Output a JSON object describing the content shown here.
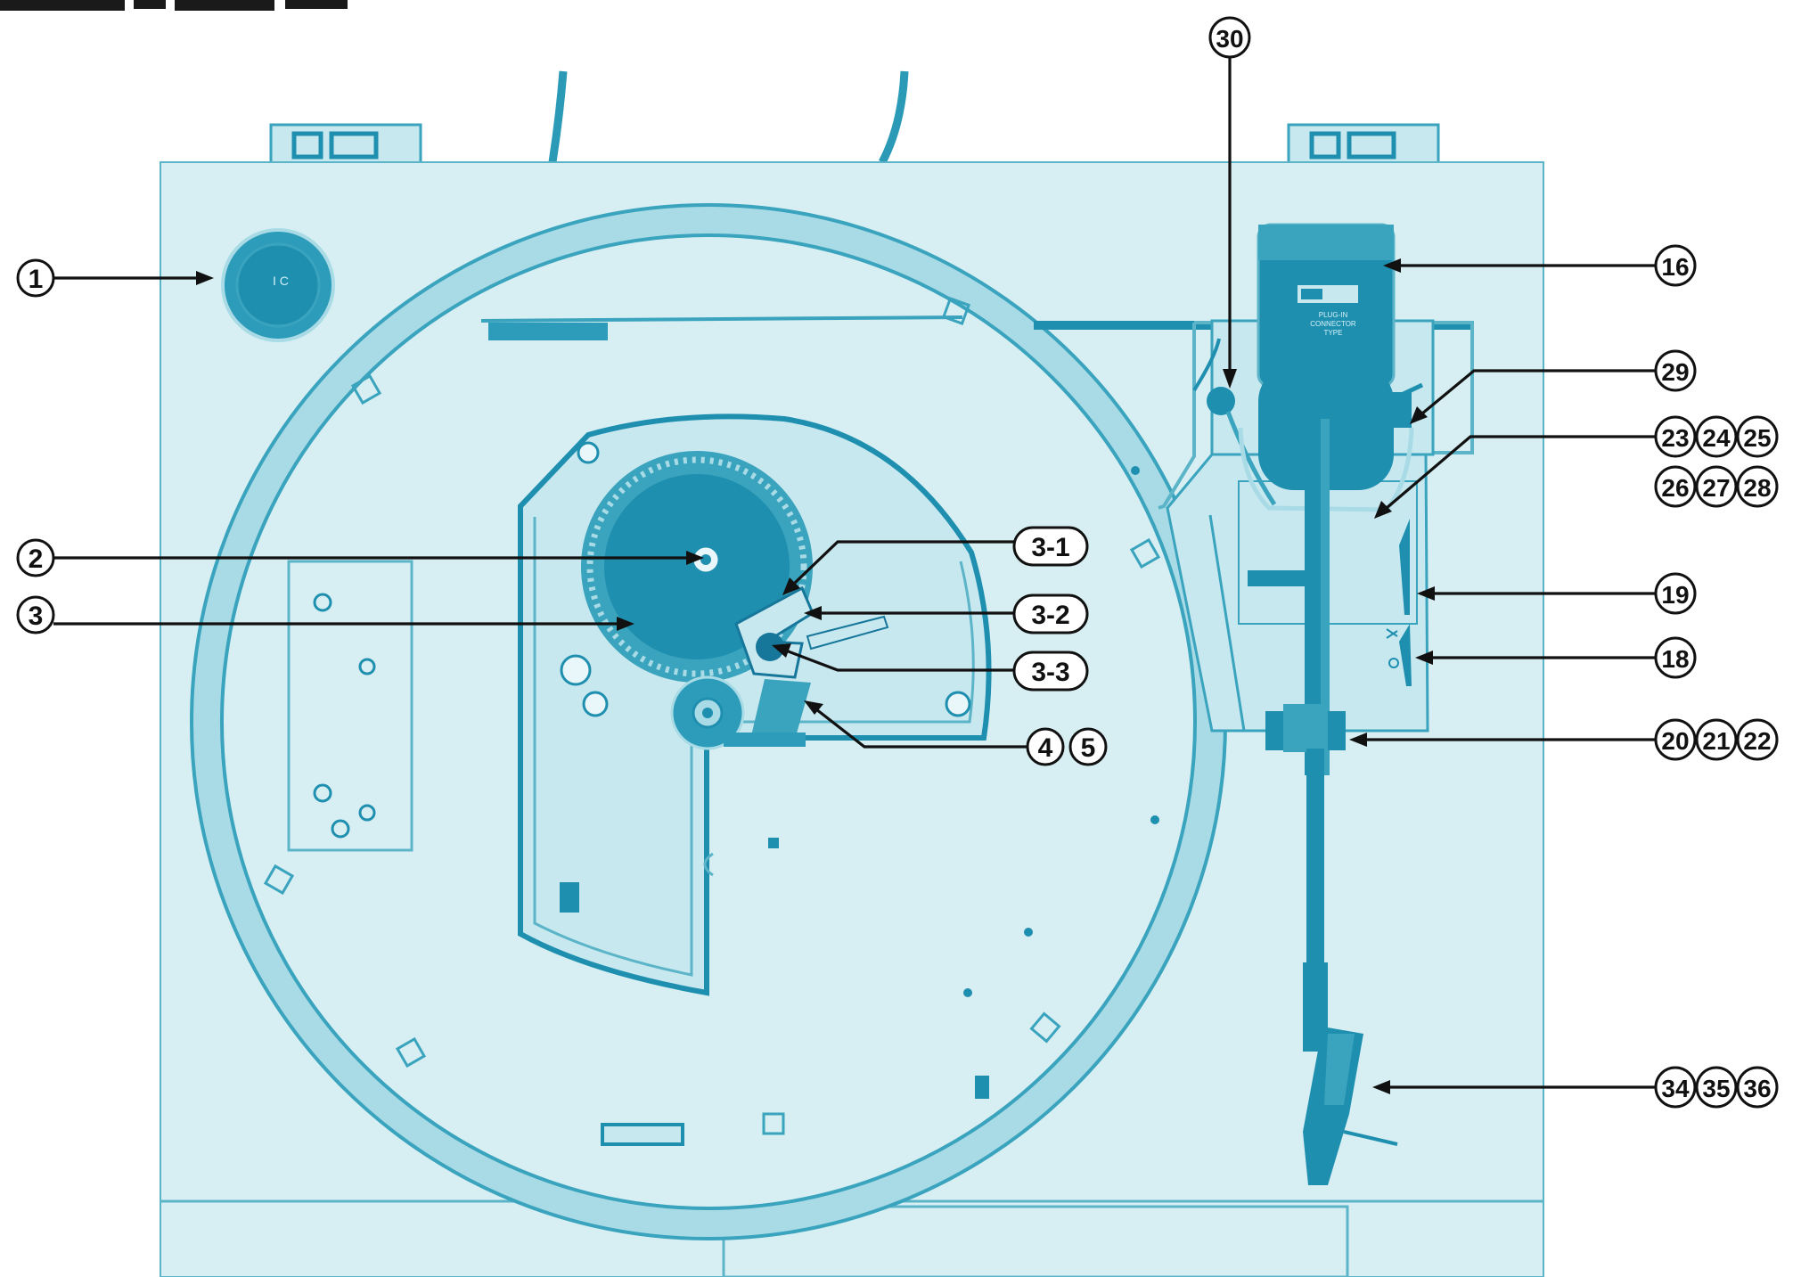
{
  "callouts": [
    {
      "id": "c1",
      "parts": [
        "1"
      ]
    },
    {
      "id": "c2",
      "parts": [
        "2"
      ]
    },
    {
      "id": "c3",
      "parts": [
        "3"
      ]
    },
    {
      "id": "c31",
      "parts": [
        "3-1"
      ]
    },
    {
      "id": "c32",
      "parts": [
        "3-2"
      ]
    },
    {
      "id": "c33",
      "parts": [
        "3-3"
      ]
    },
    {
      "id": "c45",
      "parts": [
        "4",
        "5"
      ]
    },
    {
      "id": "c30",
      "parts": [
        "30"
      ]
    },
    {
      "id": "c16",
      "parts": [
        "16"
      ]
    },
    {
      "id": "c29",
      "parts": [
        "29"
      ]
    },
    {
      "id": "c2325",
      "parts": [
        "23",
        "24",
        "25"
      ]
    },
    {
      "id": "c2628",
      "parts": [
        "26",
        "27",
        "28"
      ]
    },
    {
      "id": "c19",
      "parts": [
        "19"
      ]
    },
    {
      "id": "c18",
      "parts": [
        "18"
      ]
    },
    {
      "id": "c2022",
      "parts": [
        "20",
        "21",
        "22"
      ]
    },
    {
      "id": "c3436",
      "parts": [
        "34",
        "35",
        "36"
      ]
    }
  ],
  "cartridge_label": [
    "PLUG-IN",
    "CONNECTOR",
    "TYPE"
  ],
  "colors": {
    "background": "#ffffff",
    "panel": "#d7eff2",
    "panel_edge": "#5cb4c8",
    "ring": "#a8dbe6",
    "ring_dark": "#3aa3bd",
    "deep": "#1f8fb0",
    "darkest": "#17779a",
    "ink": "#111111"
  }
}
